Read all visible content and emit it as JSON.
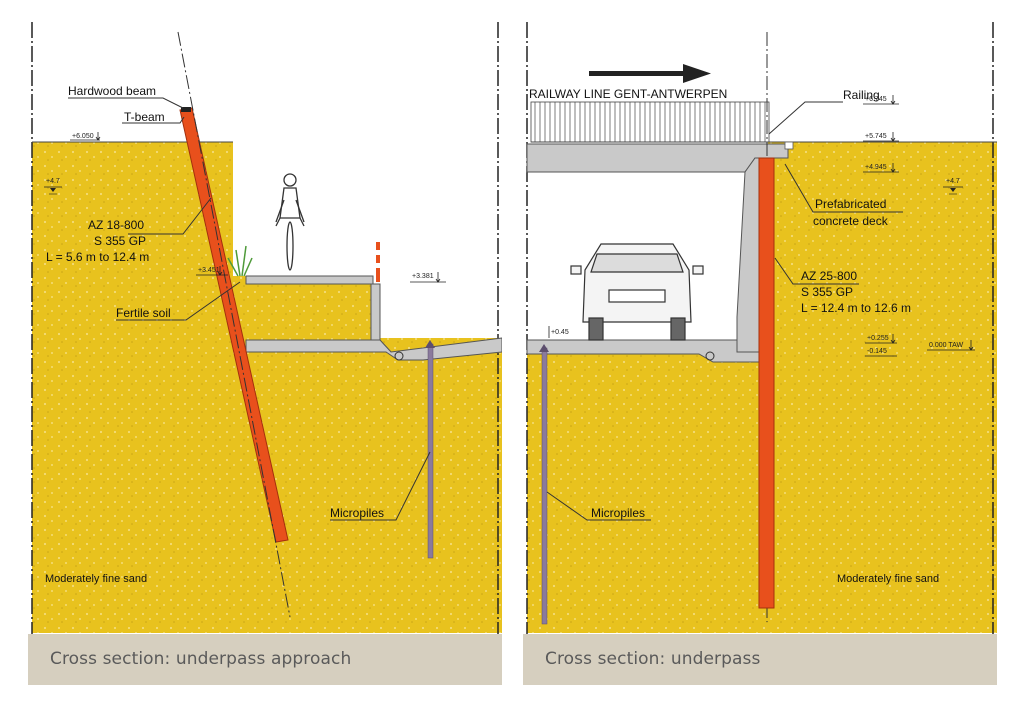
{
  "colors": {
    "soil": "#e8c21e",
    "soil_dots": "#f4dc78",
    "sheet_pile": "#e8501c",
    "micropile": "#8a7a9c",
    "concrete": "#c9c9c9",
    "caption_bg": "#d6cfbf",
    "caption_text": "#5a5a5a"
  },
  "left": {
    "caption": "Cross section: underpass approach",
    "labels": {
      "hardwood_beam": "Hardwood beam",
      "t_beam": "T-beam",
      "sheet_pile_line1": "AZ 18-800",
      "sheet_pile_line2": "S 355 GP",
      "sheet_pile_line3": "L = 5.6 m to 12.4 m",
      "fertile_soil": "Fertile soil",
      "micropiles": "Micropiles",
      "soil": "Moderately fine sand"
    },
    "levels": {
      "ground": "+6.050",
      "water": "+4.7",
      "cycle_path": "+3.451",
      "road": "+3.381"
    }
  },
  "right": {
    "caption": "Cross section: underpass",
    "labels": {
      "railway": "RAILWAY LINE GENT-ANTWERPEN",
      "railing": "Railing",
      "deck_line1": "Prefabricated",
      "deck_line2": "concrete deck",
      "sheet_pile_line1": "AZ 25-800",
      "sheet_pile_line2": "S 355 GP",
      "sheet_pile_line3": "L = 12.4 m to 12.6 m",
      "micropiles": "Micropiles",
      "soil": "Moderately fine sand"
    },
    "levels": {
      "railing_top": "+6.745",
      "deck_top": "+5.745",
      "deck_bottom": "+4.945",
      "water": "+4.7",
      "road": "+0.45",
      "slab_top": "+0.255",
      "slab_bottom": "-0.145",
      "taw": "0.000 TAW"
    }
  }
}
